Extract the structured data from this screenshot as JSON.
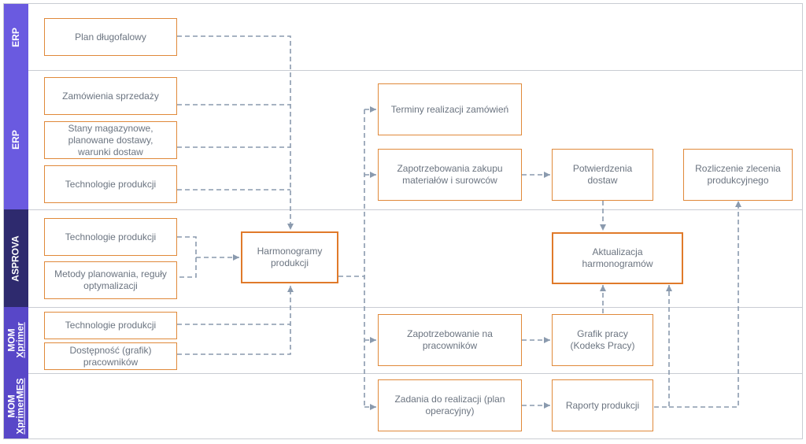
{
  "lanes": [
    {
      "id": "erp1",
      "label": "ERP",
      "color": "#6a5ae0"
    },
    {
      "id": "erp2",
      "label": "ERP",
      "color": "#6a5ae0"
    },
    {
      "id": "asprova",
      "label": "ASPROVA",
      "color": "#2e2a6e"
    },
    {
      "id": "mom1",
      "label_top": "MOM",
      "label_bottom": "Xprimer",
      "color": "#5847c8"
    },
    {
      "id": "mom2",
      "label_top": "MOM",
      "label_bottom": "XprimerMES",
      "color": "#5847c8"
    }
  ],
  "boxes": {
    "plan_dlugofalowy": "Plan długofalowy",
    "zamowienia_sprzedazy": "Zamówienia sprzedaży",
    "stany_magazynowe": "Stany magazynowe, planowane dostawy, warunki dostaw",
    "technologie_erp": "Technologie produkcji",
    "technologie_asprova": "Technologie produkcji",
    "metody_planowania": "Metody planowania, reguły optymalizacji",
    "harmonogramy": "Harmonogramy produkcji",
    "technologie_mom": "Technologie produkcji",
    "dostepnosc": "Dostępność (grafik) pracowników",
    "terminy": "Terminy realizacji zamówień",
    "zapotrzebowania_zakupu": "Zapotrzebowania zakupu materiałów i surowców",
    "potwierdzenia": "Potwierdzenia dostaw",
    "rozliczenie": "Rozliczenie zlecenia produkcyjnego",
    "aktualizacja": "Aktualizacja harmonogramów",
    "zapotrzebowanie_pracownikow": "Zapotrzebowanie na pracowników",
    "grafik_pracy": "Grafik pracy (Kodeks Pracy)",
    "zadania": "Zadania do realizacji (plan operacyjny)",
    "raporty": "Raporty produkcji"
  },
  "colors": {
    "connector": "#8a9aae",
    "box_border": "#e0893a",
    "frame": "#c9ccd3"
  }
}
